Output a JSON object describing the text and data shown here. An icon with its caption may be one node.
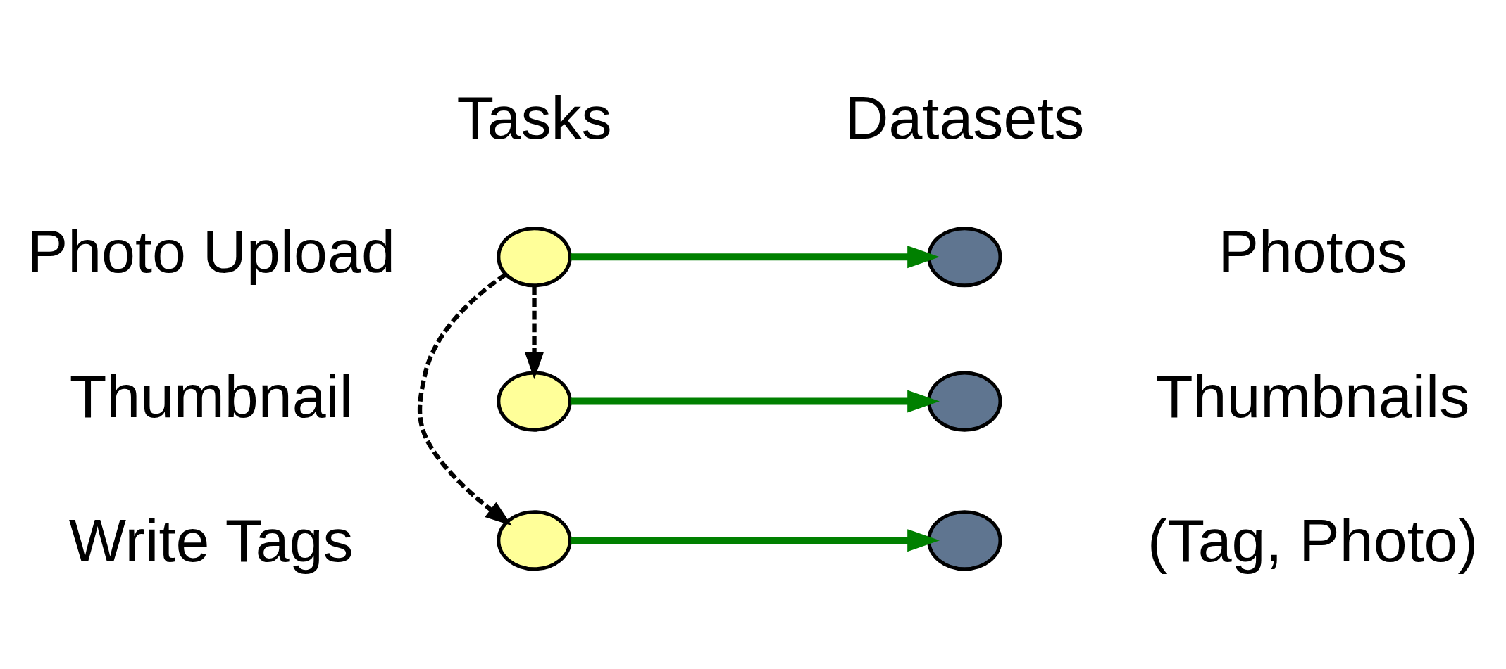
{
  "diagram": {
    "nodes": [
      {
        "text": [],
        "shape": "circle",
        "beside": [
          "Photo Upload"
        ]
      },
      {
        "text": [],
        "shape": "circle",
        "beside": [
          "Thumbnail"
        ]
      },
      {
        "text": [],
        "shape": "circle",
        "beside": [
          "Write Tags"
        ]
      },
      {
        "text": [],
        "shape": "circle",
        "beside": [
          "Photos"
        ]
      },
      {
        "text": [],
        "shape": "circle",
        "beside": [
          "Thumbnails"
        ]
      },
      {
        "text": [],
        "shape": "circle",
        "beside": [
          "(Tag, Photo)"
        ]
      }
    ],
    "edges": [
      {
        "from": 0,
        "to": 3,
        "arrow": "to"
      },
      {
        "from": 1,
        "to": 4,
        "arrow": "to"
      },
      {
        "from": 2,
        "to": 5,
        "arrow": "to"
      },
      {
        "from": 0,
        "to": 1,
        "arrow": "to",
        "style": "dashed",
        "color": "#000000"
      },
      {
        "from": 0,
        "to": 2,
        "arrow": "to",
        "style": "dashed",
        "color": "#000000"
      }
    ],
    "labels": [
      "Tasks",
      "Datasets"
    ]
  }
}
